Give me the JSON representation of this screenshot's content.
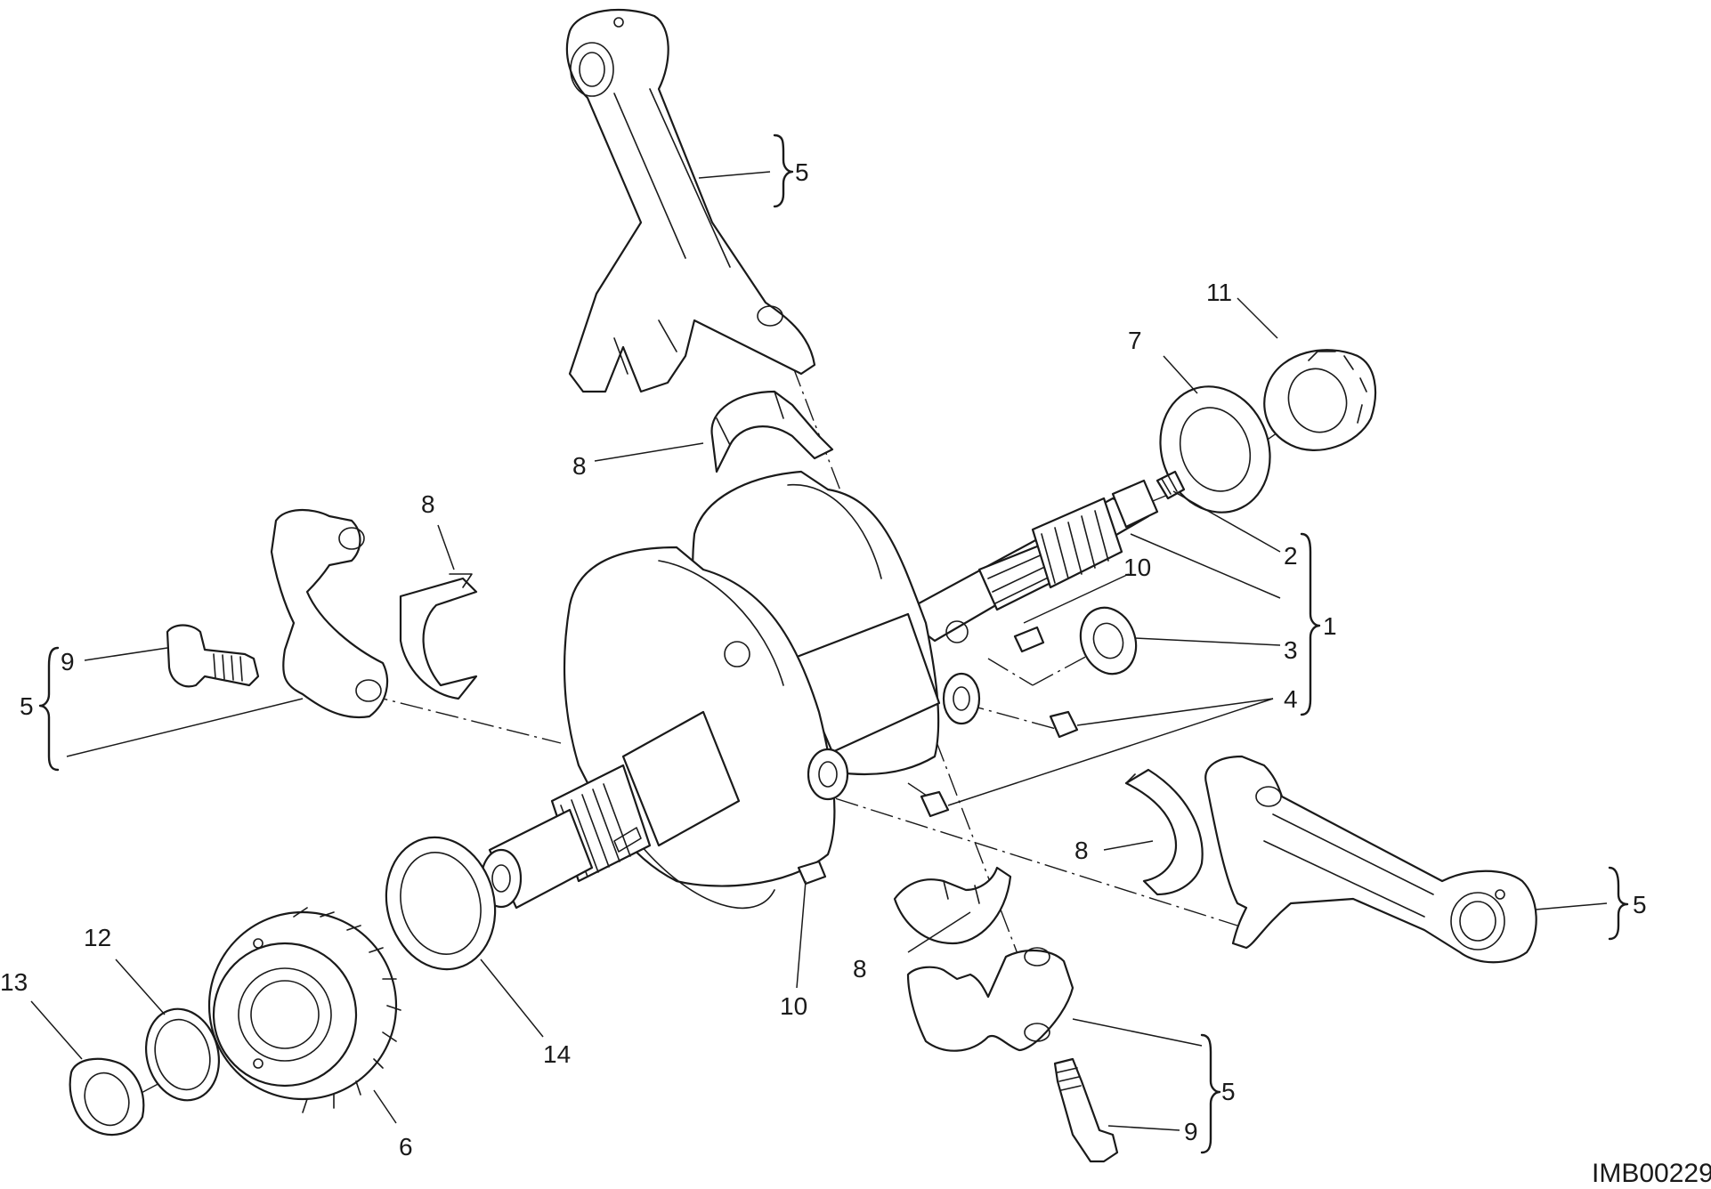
{
  "drawing_code": "IMB00229",
  "callouts": {
    "c1": "1",
    "c2": "2",
    "c3": "3",
    "c4": "4",
    "c5_top": "5",
    "c5_left": "5",
    "c5_right": "5",
    "c5_bottom": "5",
    "c6": "6",
    "c7": "7",
    "c8_top": "8",
    "c8_left": "8",
    "c8_right": "8",
    "c8_bottom": "8",
    "c9_left": "9",
    "c9_bottom": "9",
    "c10_top": "10",
    "c10_bottom": "10",
    "c11": "11",
    "c12": "12",
    "c13": "13",
    "c14": "14"
  }
}
